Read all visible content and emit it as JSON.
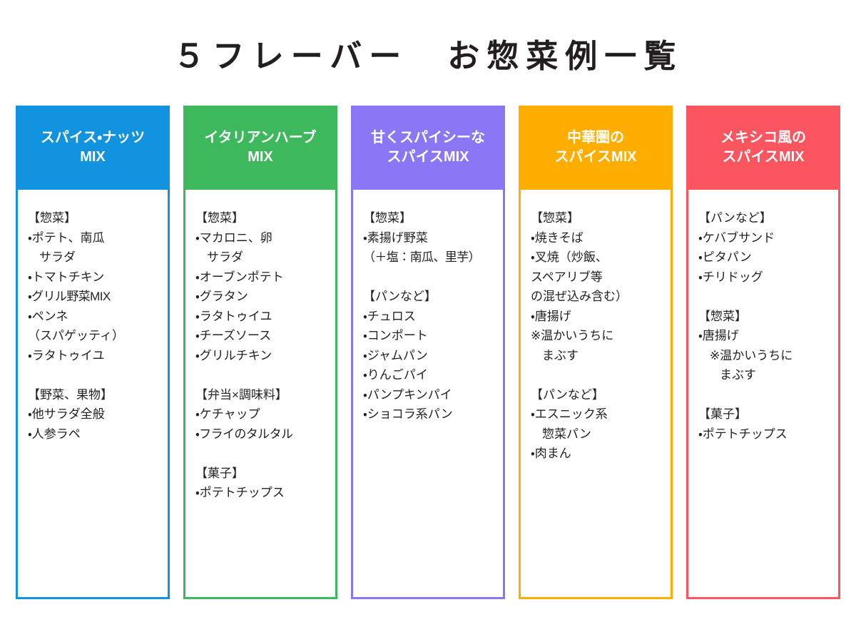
{
  "title": "５フレーバー　お惣菜例一覧",
  "columns": [
    {
      "id": "spice-nuts-mix",
      "accent": "#1193E0",
      "header_lines": [
        "スパイス・ナッツ",
        "MIX"
      ],
      "groups": [
        {
          "title": "【惣菜】",
          "lines": [
            {
              "text": "・ポテト、南瓜",
              "indent": 0
            },
            {
              "text": "サラダ",
              "indent": 1
            },
            {
              "text": "・トマトチキン",
              "indent": 0
            },
            {
              "text": "・グリル野菜MIX",
              "indent": 0
            },
            {
              "text": "・ペンネ",
              "indent": 0
            },
            {
              "text": "（スパゲッティ）",
              "indent": 0
            },
            {
              "text": "・ラタトゥイユ",
              "indent": 0
            }
          ]
        },
        {
          "title": "【野菜、果物】",
          "lines": [
            {
              "text": "・他サラダ全般",
              "indent": 0
            },
            {
              "text": "・人参ラペ",
              "indent": 0
            }
          ]
        }
      ]
    },
    {
      "id": "italian-herb-mix",
      "accent": "#3DB85C",
      "header_lines": [
        "イタリアンハーブ",
        "MIX"
      ],
      "groups": [
        {
          "title": "【惣菜】",
          "lines": [
            {
              "text": "・マカロニ、卵",
              "indent": 0
            },
            {
              "text": "サラダ",
              "indent": 1
            },
            {
              "text": "・オーブンポテト",
              "indent": 0
            },
            {
              "text": "・グラタン",
              "indent": 0
            },
            {
              "text": "・ラタトゥイユ",
              "indent": 0
            },
            {
              "text": "・チーズソース",
              "indent": 0
            },
            {
              "text": "・グリルチキン",
              "indent": 0
            }
          ]
        },
        {
          "title": "【弁当×調味料】",
          "lines": [
            {
              "text": "・ケチャップ",
              "indent": 0
            },
            {
              "text": "・フライのタルタル",
              "indent": 0
            }
          ]
        },
        {
          "title": "【菓子】",
          "lines": [
            {
              "text": "・ポテトチップス",
              "indent": 0
            }
          ]
        }
      ]
    },
    {
      "id": "sweet-spicy-mix",
      "accent": "#8B77F5",
      "header_lines": [
        "甘くスパイシーな",
        "スパイスMIX"
      ],
      "groups": [
        {
          "title": "【惣菜】",
          "lines": [
            {
              "text": "・素揚げ野菜",
              "indent": 0
            },
            {
              "text": "（＋塩：南瓜、里芋）",
              "indent": 0
            }
          ]
        },
        {
          "title": "【パンなど】",
          "lines": [
            {
              "text": "・チュロス",
              "indent": 0
            },
            {
              "text": "・コンポート",
              "indent": 0
            },
            {
              "text": "・ジャムパン",
              "indent": 0
            },
            {
              "text": "・りんごパイ",
              "indent": 0
            },
            {
              "text": "・パンプキンパイ",
              "indent": 0
            },
            {
              "text": "・ショコラ系パン",
              "indent": 0
            }
          ]
        }
      ]
    },
    {
      "id": "chinese-spice-mix",
      "accent": "#FFAE00",
      "header_lines": [
        "中華圏の",
        "スパイスMIX"
      ],
      "groups": [
        {
          "title": "【惣菜】",
          "lines": [
            {
              "text": "・焼きそば",
              "indent": 0
            },
            {
              "text": "・叉焼（炒飯、",
              "indent": 0
            },
            {
              "text": "スペアリブ等",
              "indent": 0
            },
            {
              "text": "の混ぜ込み含む）",
              "indent": 0
            },
            {
              "text": "・唐揚げ",
              "indent": 0
            },
            {
              "text": "※温かいうちに",
              "indent": 0
            },
            {
              "text": "まぶす",
              "indent": 1
            }
          ]
        },
        {
          "title": "【パンなど】",
          "lines": [
            {
              "text": "・エスニック系",
              "indent": 0
            },
            {
              "text": "惣菜パン",
              "indent": 1
            },
            {
              "text": "・肉まん",
              "indent": 0
            }
          ]
        }
      ]
    },
    {
      "id": "mexican-spice-mix",
      "accent": "#FB5560",
      "header_lines": [
        "メキシコ風の",
        "スパイスMIX"
      ],
      "groups": [
        {
          "title": "【パンなど】",
          "lines": [
            {
              "text": "・ケバブサンド",
              "indent": 0
            },
            {
              "text": "・ピタパン",
              "indent": 0
            },
            {
              "text": "・チリドッグ",
              "indent": 0
            }
          ]
        },
        {
          "title": "【惣菜】",
          "lines": [
            {
              "text": "・唐揚げ",
              "indent": 0
            },
            {
              "text": "※温かいうちに",
              "indent": 1
            },
            {
              "text": "まぶす",
              "indent": 2
            }
          ]
        },
        {
          "title": "【菓子】",
          "lines": [
            {
              "text": "・ポテトチップス",
              "indent": 0
            }
          ]
        }
      ]
    }
  ]
}
